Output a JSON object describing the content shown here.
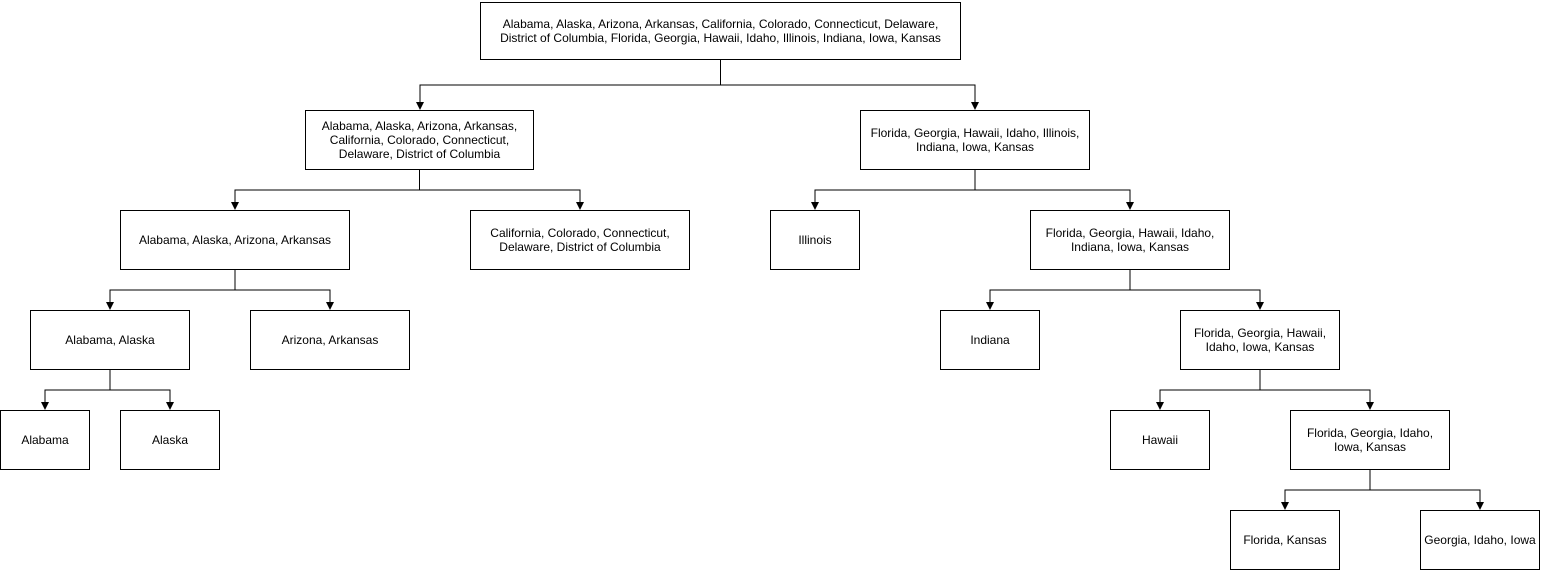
{
  "colors": {
    "stroke": "#000000",
    "background": "#ffffff",
    "text": "#000000"
  },
  "nodes": {
    "root": "Alabama, Alaska, Arizona, Arkansas, California, Colorado, Connecticut, Delaware, District of Columbia, Florida, Georgia, Hawaii, Idaho, Illinois, Indiana, Iowa, Kansas",
    "left": "Alabama, Alaska, Arizona, Arkansas, California, Colorado, Connecticut, Delaware, District of Columbia",
    "right": "Florida, Georgia, Hawaii, Idaho, Illinois, Indiana, Iowa, Kansas",
    "alabama_to_arkansas": "Alabama, Alaska, Arizona, Arkansas",
    "california_to_dc": "California, Colorado, Connecticut, Delaware, District of Columbia",
    "illinois": "Illinois",
    "florida_to_kansas_1": "Florida, Georgia, Hawaii, Idaho, Indiana, Iowa, Kansas",
    "alabama_alaska": "Alabama, Alaska",
    "arizona_arkansas": "Arizona, Arkansas",
    "indiana": "Indiana",
    "florida_to_kansas_2": "Florida, Georgia, Hawaii, Idaho, Iowa, Kansas",
    "alabama": "Alabama",
    "alaska": "Alaska",
    "hawaii": "Hawaii",
    "florida_to_kansas_3": "Florida, Georgia, Idaho, Iowa, Kansas",
    "florida_kansas": "Florida, Kansas",
    "georgia_idaho_iowa": "Georgia, Idaho, Iowa"
  }
}
